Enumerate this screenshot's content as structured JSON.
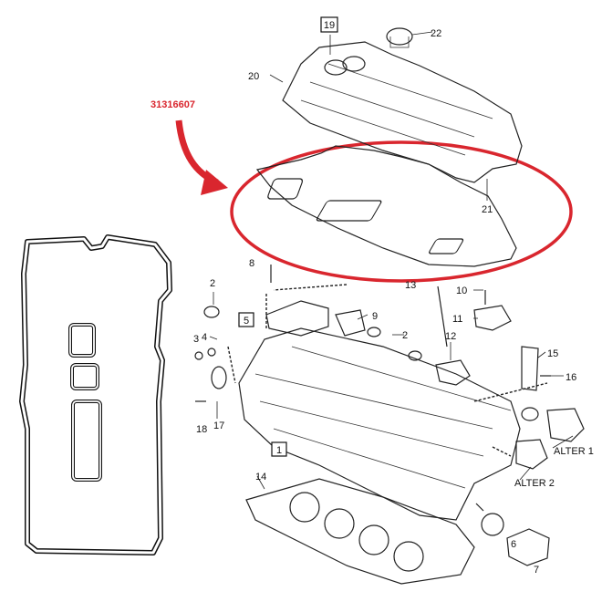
{
  "part_number": "31316607",
  "highlight_color": "#d9262e",
  "boxed_labels": {
    "l19": "19",
    "l5": "5",
    "l1": "1"
  },
  "labels": {
    "l22": "22",
    "l20": "20",
    "l21": "21",
    "l8": "8",
    "l13": "13",
    "l10": "10",
    "l2a": "2",
    "l4": "4",
    "l9": "9",
    "l11": "11",
    "l2b": "2",
    "l12": "12",
    "l3": "3",
    "l15": "15",
    "l16": "16",
    "l18": "18",
    "l17": "17",
    "l14": "14",
    "l6": "6",
    "l7": "7"
  },
  "callouts": {
    "alter1": "ALTER 1",
    "alter2": "ALTER 2"
  }
}
